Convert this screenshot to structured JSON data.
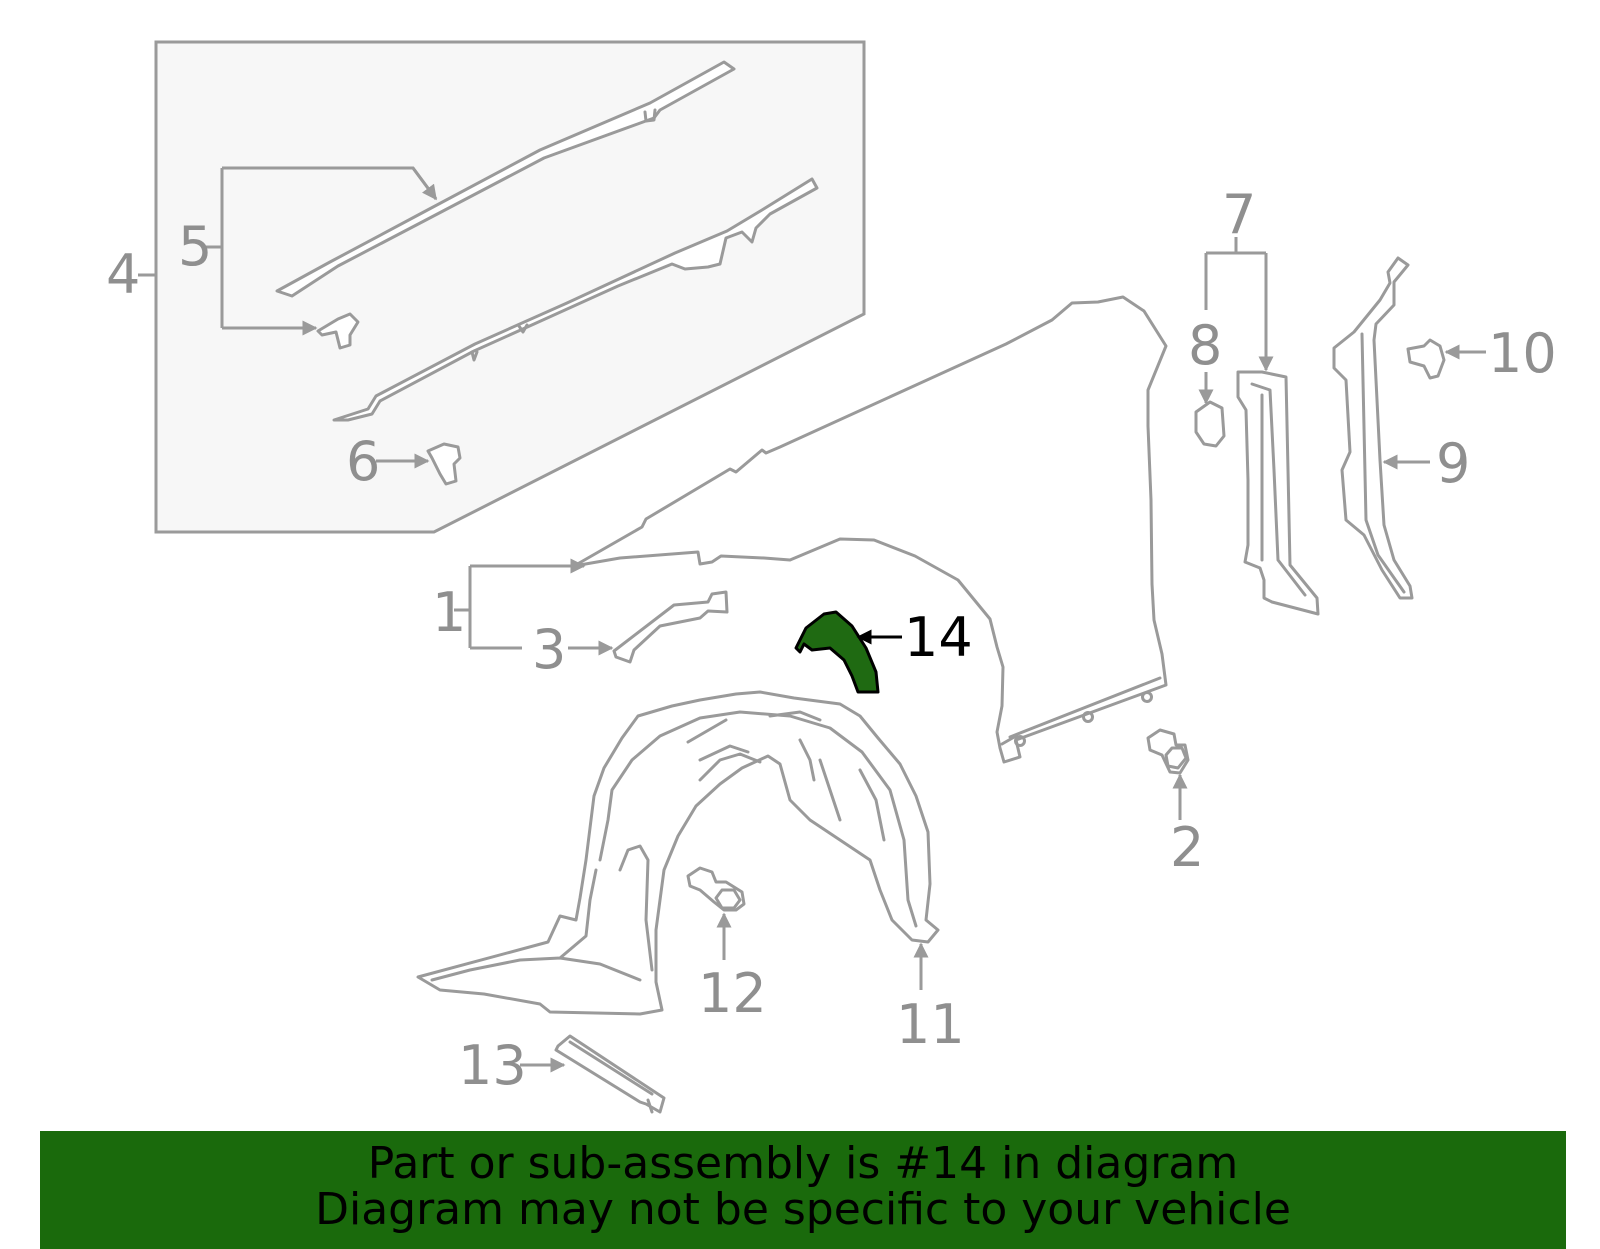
{
  "diagram": {
    "highlighted_part": "14",
    "highlight_color": "#1f6a12",
    "part_line_color": "#9a9a9a",
    "inset_fill": "#f7f7f7",
    "callouts": [
      "1",
      "2",
      "3",
      "4",
      "5",
      "6",
      "7",
      "8",
      "9",
      "10",
      "11",
      "12",
      "13",
      "14"
    ],
    "parts": [
      {
        "id": "fender",
        "callout": "1"
      },
      {
        "id": "bolt",
        "callout": "2"
      },
      {
        "id": "fender-liner-insulator",
        "callout": "3"
      },
      {
        "id": "moulding-inset",
        "callout": "4"
      },
      {
        "id": "moulding-and-clip",
        "callout": "5"
      },
      {
        "id": "clip",
        "callout": "6"
      },
      {
        "id": "side-seal",
        "callout": "7"
      },
      {
        "id": "seal-clip",
        "callout": "8"
      },
      {
        "id": "rear-seal",
        "callout": "9"
      },
      {
        "id": "pin-clip",
        "callout": "10"
      },
      {
        "id": "fender-liner",
        "callout": "11"
      },
      {
        "id": "liner-bolt",
        "callout": "12"
      },
      {
        "id": "lower-seal",
        "callout": "13"
      },
      {
        "id": "bracket",
        "callout": "14"
      }
    ]
  },
  "banner": {
    "background": "#1a6a0c",
    "line1": "Part or sub-assembly is #14 in diagram",
    "line2": "Diagram may not be specific to your vehicle"
  }
}
